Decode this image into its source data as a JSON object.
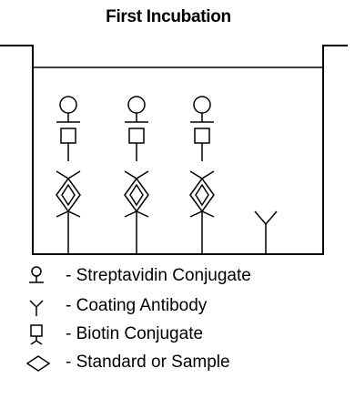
{
  "title": "First Incubation",
  "legend": [
    {
      "icon": "streptavidin-conjugate-icon",
      "text": "Streptavidin Conjugate"
    },
    {
      "icon": "coating-antibody-icon",
      "text": "Coating Antibody"
    },
    {
      "icon": "biotin-conjugate-icon",
      "text": "Biotin Conjugate"
    },
    {
      "icon": "standard-or-sample-icon",
      "text": "Standard or Sample"
    }
  ],
  "separator": "-"
}
